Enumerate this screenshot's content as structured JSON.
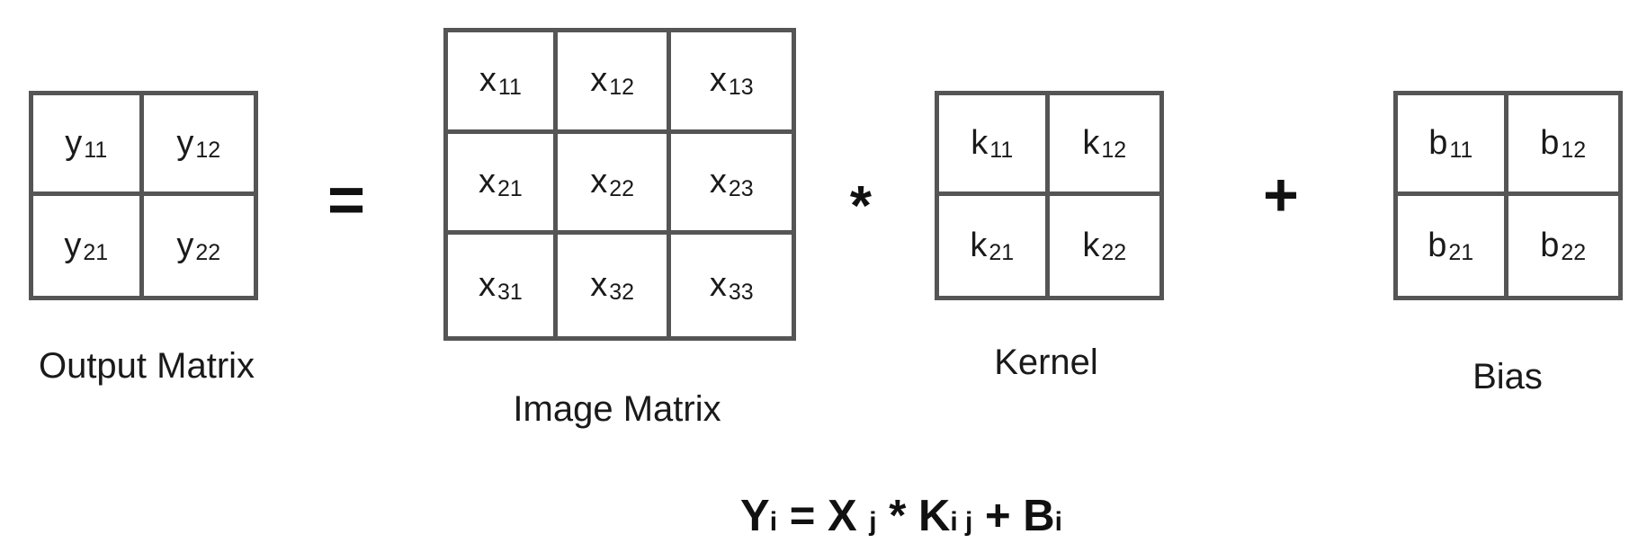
{
  "matrices": {
    "output": {
      "label": "Output Matrix",
      "cells": [
        [
          "y",
          "11"
        ],
        [
          "y",
          "12"
        ],
        [
          "y",
          "21"
        ],
        [
          "y",
          "22"
        ]
      ]
    },
    "image": {
      "label": "Image Matrix",
      "cells": [
        [
          "x",
          "11"
        ],
        [
          "x",
          "12"
        ],
        [
          "x",
          "13"
        ],
        [
          "x",
          "21"
        ],
        [
          "x",
          "22"
        ],
        [
          "x",
          "23"
        ],
        [
          "x",
          "31"
        ],
        [
          "x",
          "32"
        ],
        [
          "x",
          "33"
        ]
      ]
    },
    "kernel": {
      "label": "Kernel",
      "cells": [
        [
          "k",
          "11"
        ],
        [
          "k",
          "12"
        ],
        [
          "k",
          "21"
        ],
        [
          "k",
          "22"
        ]
      ]
    },
    "bias": {
      "label": "Bias",
      "cells": [
        [
          "b",
          "11"
        ],
        [
          "b",
          "12"
        ],
        [
          "b",
          "21"
        ],
        [
          "b",
          "22"
        ]
      ]
    }
  },
  "operators": {
    "equals": "=",
    "multiply": "*",
    "plus": "+"
  },
  "formula": {
    "y": "Y",
    "y_sub": "i",
    "equals": "=",
    "x": "X",
    "x_sub": "j",
    "star": "*",
    "k": "K",
    "k_sub": "i j",
    "plus": "+",
    "b": "B",
    "b_sub": "i"
  },
  "colors": {
    "grid_line": "#555555",
    "text": "#1a1a1a",
    "background": "#ffffff"
  }
}
